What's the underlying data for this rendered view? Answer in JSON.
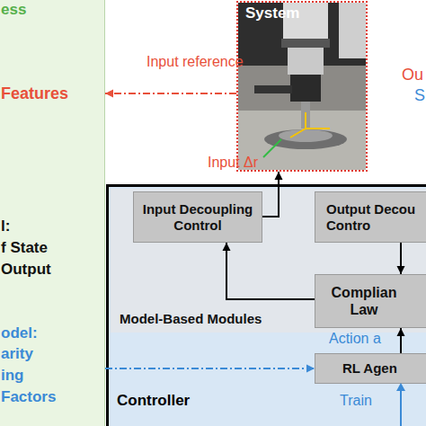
{
  "diagram": {
    "nodes": [
      {
        "text": [
          "ess",
          "Features",
          "l:",
          "f State",
          "Output",
          "odel:",
          "arity",
          "ing",
          "Factors"
        ]
      },
      {
        "text": [
          "System"
        ]
      },
      {
        "text": [
          "Controller"
        ]
      },
      {
        "text": [
          "Model-Based Modules"
        ],
        "in": 2
      },
      {
        "text": [
          "Input Decoupling Control"
        ],
        "in": 3
      },
      {
        "text": [
          "Output Decou Contro"
        ],
        "in": 3
      },
      {
        "text": [
          "Complian Law"
        ],
        "in": 3
      },
      {
        "text": [
          "RL Agen"
        ],
        "in": 2
      }
    ],
    "edges": [
      {
        "from": 5,
        "to": 6,
        "arrow": "to"
      },
      {
        "from": 6,
        "to": 4,
        "arrow": "to"
      },
      {
        "from": 7,
        "to": 6,
        "arrow": "to",
        "label": "Action a"
      },
      {
        "from": 4,
        "to": 1,
        "arrow": "to",
        "label": "Input Δr"
      },
      {
        "from": 1,
        "to": 0,
        "arrow": "to",
        "label": "Input reference"
      },
      {
        "from": 0,
        "to": 7,
        "arrow": "to"
      }
    ],
    "labels": [
      "Train",
      "Ou",
      "S"
    ]
  }
}
